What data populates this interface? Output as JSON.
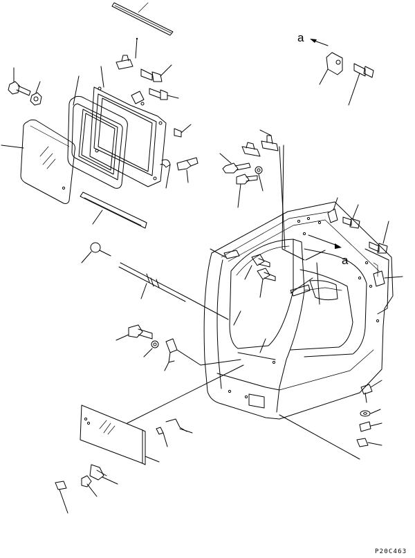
{
  "labels": {
    "view_a_top": "a",
    "view_a_cab": "a",
    "drawing_code": "P20C463"
  }
}
